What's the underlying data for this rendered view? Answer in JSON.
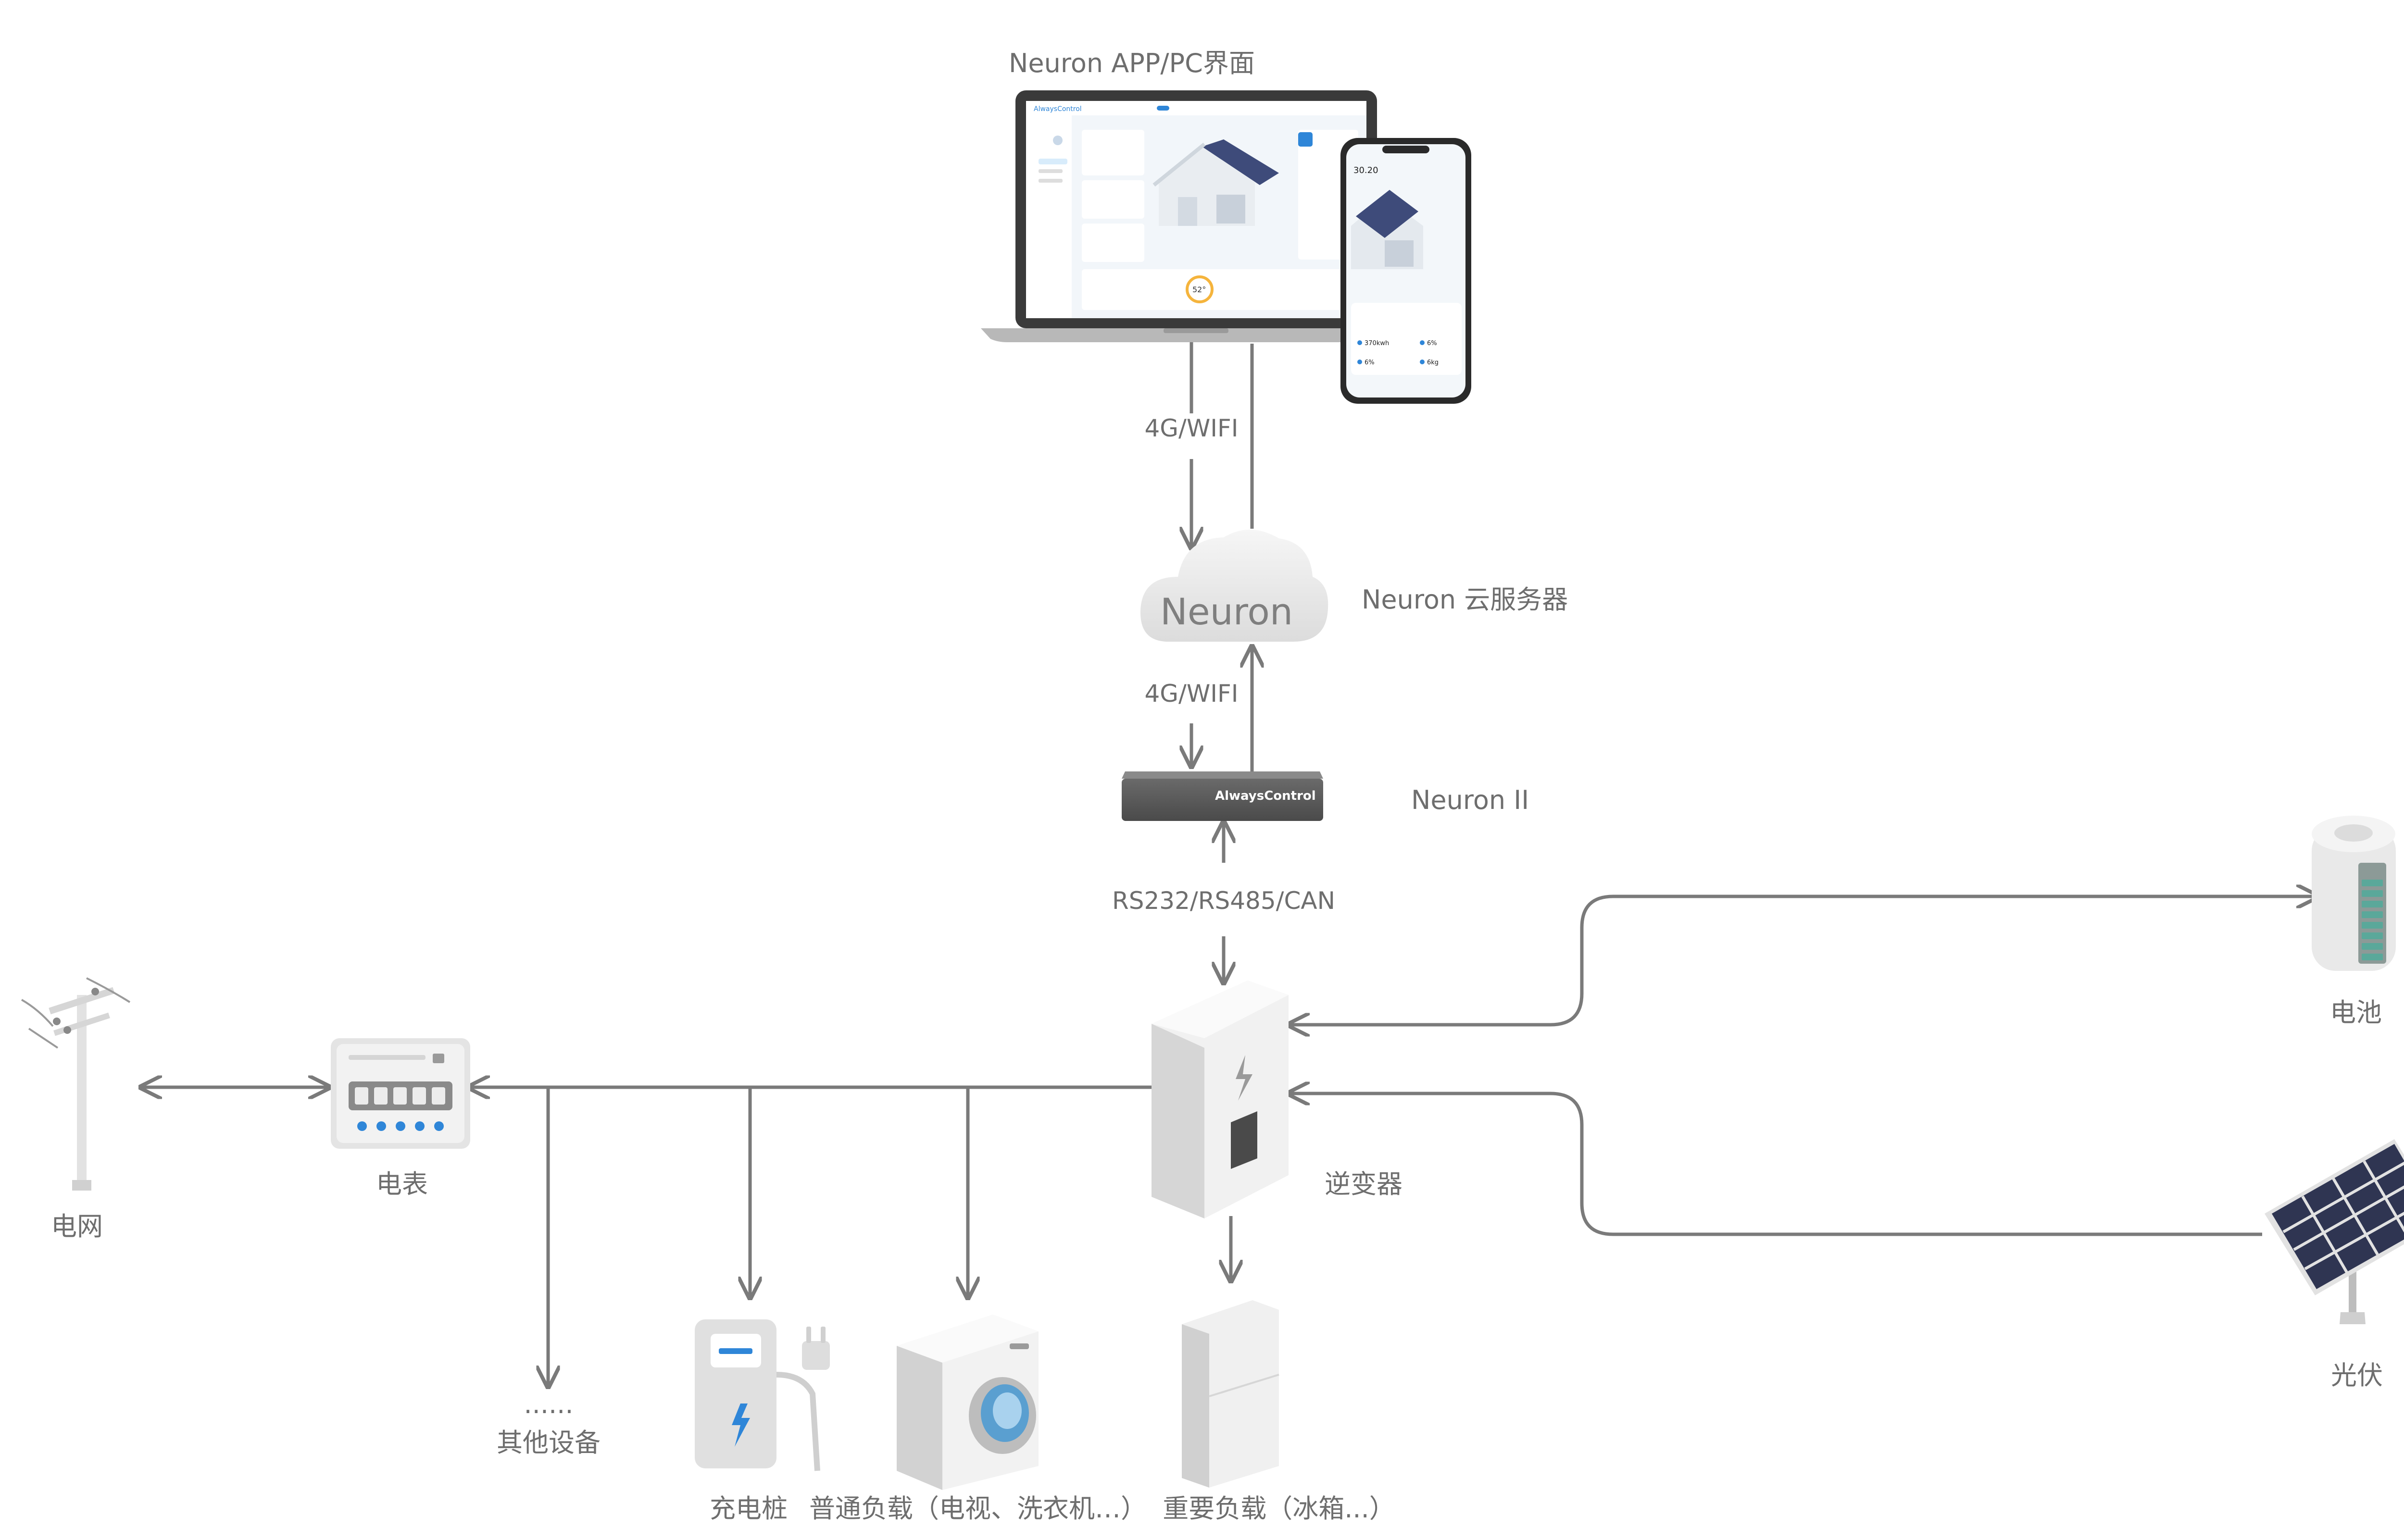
{
  "labels": {
    "app_pc": "Neuron  APP/PC界面",
    "cloud_server": "Neuron 云服务器",
    "cloud_word": "Neuron",
    "gateway": "Neuron II",
    "gateway_brand": "AlwaysControl",
    "protocol_upper": "4G/WIFI",
    "protocol_lower": "4G/WIFI",
    "protocol_bus": "RS232/RS485/CAN",
    "grid": "电网",
    "meter": "电表",
    "inverter": "逆变器",
    "battery": "电池",
    "pv": "光伏",
    "other_dots": "......",
    "other_devices": "其他设备",
    "charger": "充电桩",
    "normal_load": "普通负载（电视、洗衣机…）",
    "important_load": "重要负载（冰箱...）"
  },
  "screens": {
    "laptop_brand": "AlwaysControl",
    "laptop_metric": "52°",
    "phone_value": "30.20",
    "phone_stat_1": "370kwh",
    "phone_stat_2": "6%",
    "phone_stat_3": "6%",
    "phone_stat_4": "6kg"
  },
  "colors": {
    "line": "#7a7a7a",
    "text": "#6e6e6e",
    "device": "#e6e6e6",
    "accent_blue": "#2f86d8",
    "battery_green": "#5aa89a",
    "panel_dark": "#2f3552"
  }
}
